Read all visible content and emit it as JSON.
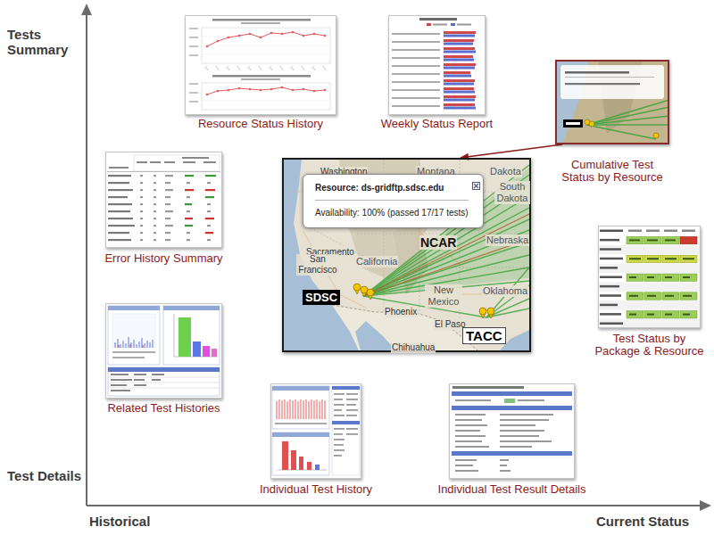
{
  "diagram": {
    "nodes": [
      {
        "text": [
          "Resource Status History"
        ]
      },
      {
        "text": [
          "Weekly Status Report"
        ]
      },
      {
        "text": [
          "Cumulative Test Status by Resource"
        ]
      },
      {
        "text": [
          "Error History Summary"
        ]
      },
      {
        "text": [
          "Washington",
          "Montana",
          "Dakota",
          "South Dakota",
          "Nebraska",
          "NCAR",
          "Sacramento",
          "California",
          "San Francisco",
          "Oklahoma",
          "New Mexico",
          "SDSC",
          "Phoenix",
          "El Paso",
          "TACC",
          "Chihuahua"
        ]
      },
      {
        "text": [
          "Resource: ds-gridftp.sdsc.edu",
          "Availability: 100% (passed 17/17 tests)"
        ],
        "in": 4
      },
      {
        "text": [
          "Test Status by Package & Resource"
        ]
      },
      {
        "text": [
          "Related Test Histories"
        ]
      },
      {
        "text": [
          "Individual Test History"
        ]
      },
      {
        "text": [
          "Individual Test Result Details"
        ]
      }
    ],
    "edges": [
      {
        "from": 2,
        "to": 4,
        "arrow": "to"
      }
    ],
    "labels": [
      "Tests Summary",
      "Test Details",
      "Historical",
      "Current Status"
    ]
  }
}
